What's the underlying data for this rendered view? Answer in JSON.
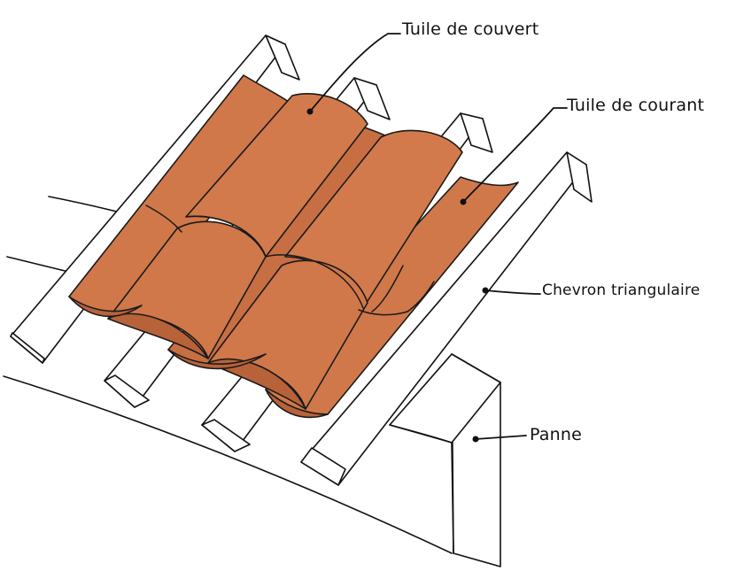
{
  "labels": {
    "tuile_couvert": "Tuile de couvert",
    "tuile_courant": "Tuile de courant",
    "chevron": "Chevron triangulaire",
    "panne": "Panne"
  },
  "colors": {
    "tile_fill": "#d0784a",
    "tile_fill_dark": "#b8623a",
    "ink": "#111111",
    "background": "#ffffff"
  }
}
